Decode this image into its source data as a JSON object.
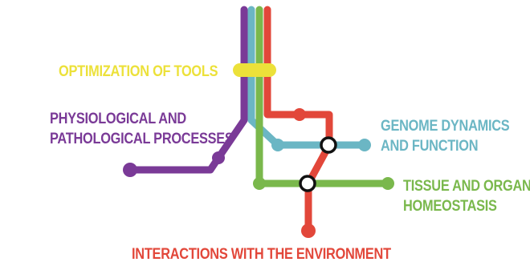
{
  "colors": {
    "tools": "#ece13a",
    "physiological": "#7a3a97",
    "genome": "#6bb6c4",
    "tissue": "#7ab84c",
    "interactions": "#e2473a"
  },
  "lines": {
    "tools": {
      "label": "OPTIMIZATION OF TOOLS"
    },
    "physiological": {
      "line1": "PHYSIOLOGICAL AND",
      "line2": "PATHOLOGICAL PROCESSES"
    },
    "genome": {
      "line1": "GENOME DYNAMICS",
      "line2": "AND FUNCTION"
    },
    "tissue": {
      "line1": "TISSUE AND ORGAN",
      "line2": "HOMEOSTASIS"
    },
    "interactions": {
      "label": "INTERACTIONS WITH THE ENVIRONMENT"
    }
  }
}
